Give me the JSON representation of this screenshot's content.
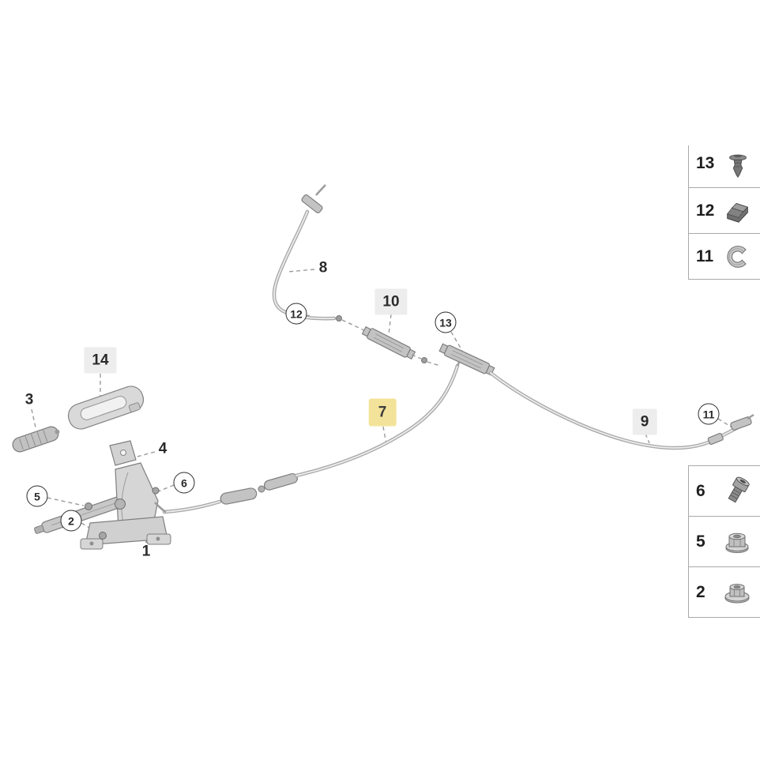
{
  "diagram": {
    "highlight_color": "#f3e39a",
    "callouts": {
      "n1": "1",
      "n2": "2",
      "n3": "3",
      "n4": "4",
      "n5": "5",
      "n6": "6",
      "n7": "7",
      "n8": "8",
      "n9": "9",
      "n10": "10",
      "n11": "11",
      "n12": "12",
      "n13": "13",
      "n14": "14"
    }
  },
  "sidebar": {
    "top_boxes": [
      {
        "label": "13",
        "icon": "expanding-rivet-icon"
      },
      {
        "label": "12",
        "icon": "cable-clip-icon"
      },
      {
        "label": "11",
        "icon": "retaining-clip-icon"
      }
    ],
    "bottom_boxes": [
      {
        "label": "6",
        "icon": "socket-head-screw-icon"
      },
      {
        "label": "5",
        "icon": "flange-nut-icon"
      },
      {
        "label": "2",
        "icon": "flange-nut-icon"
      }
    ]
  }
}
